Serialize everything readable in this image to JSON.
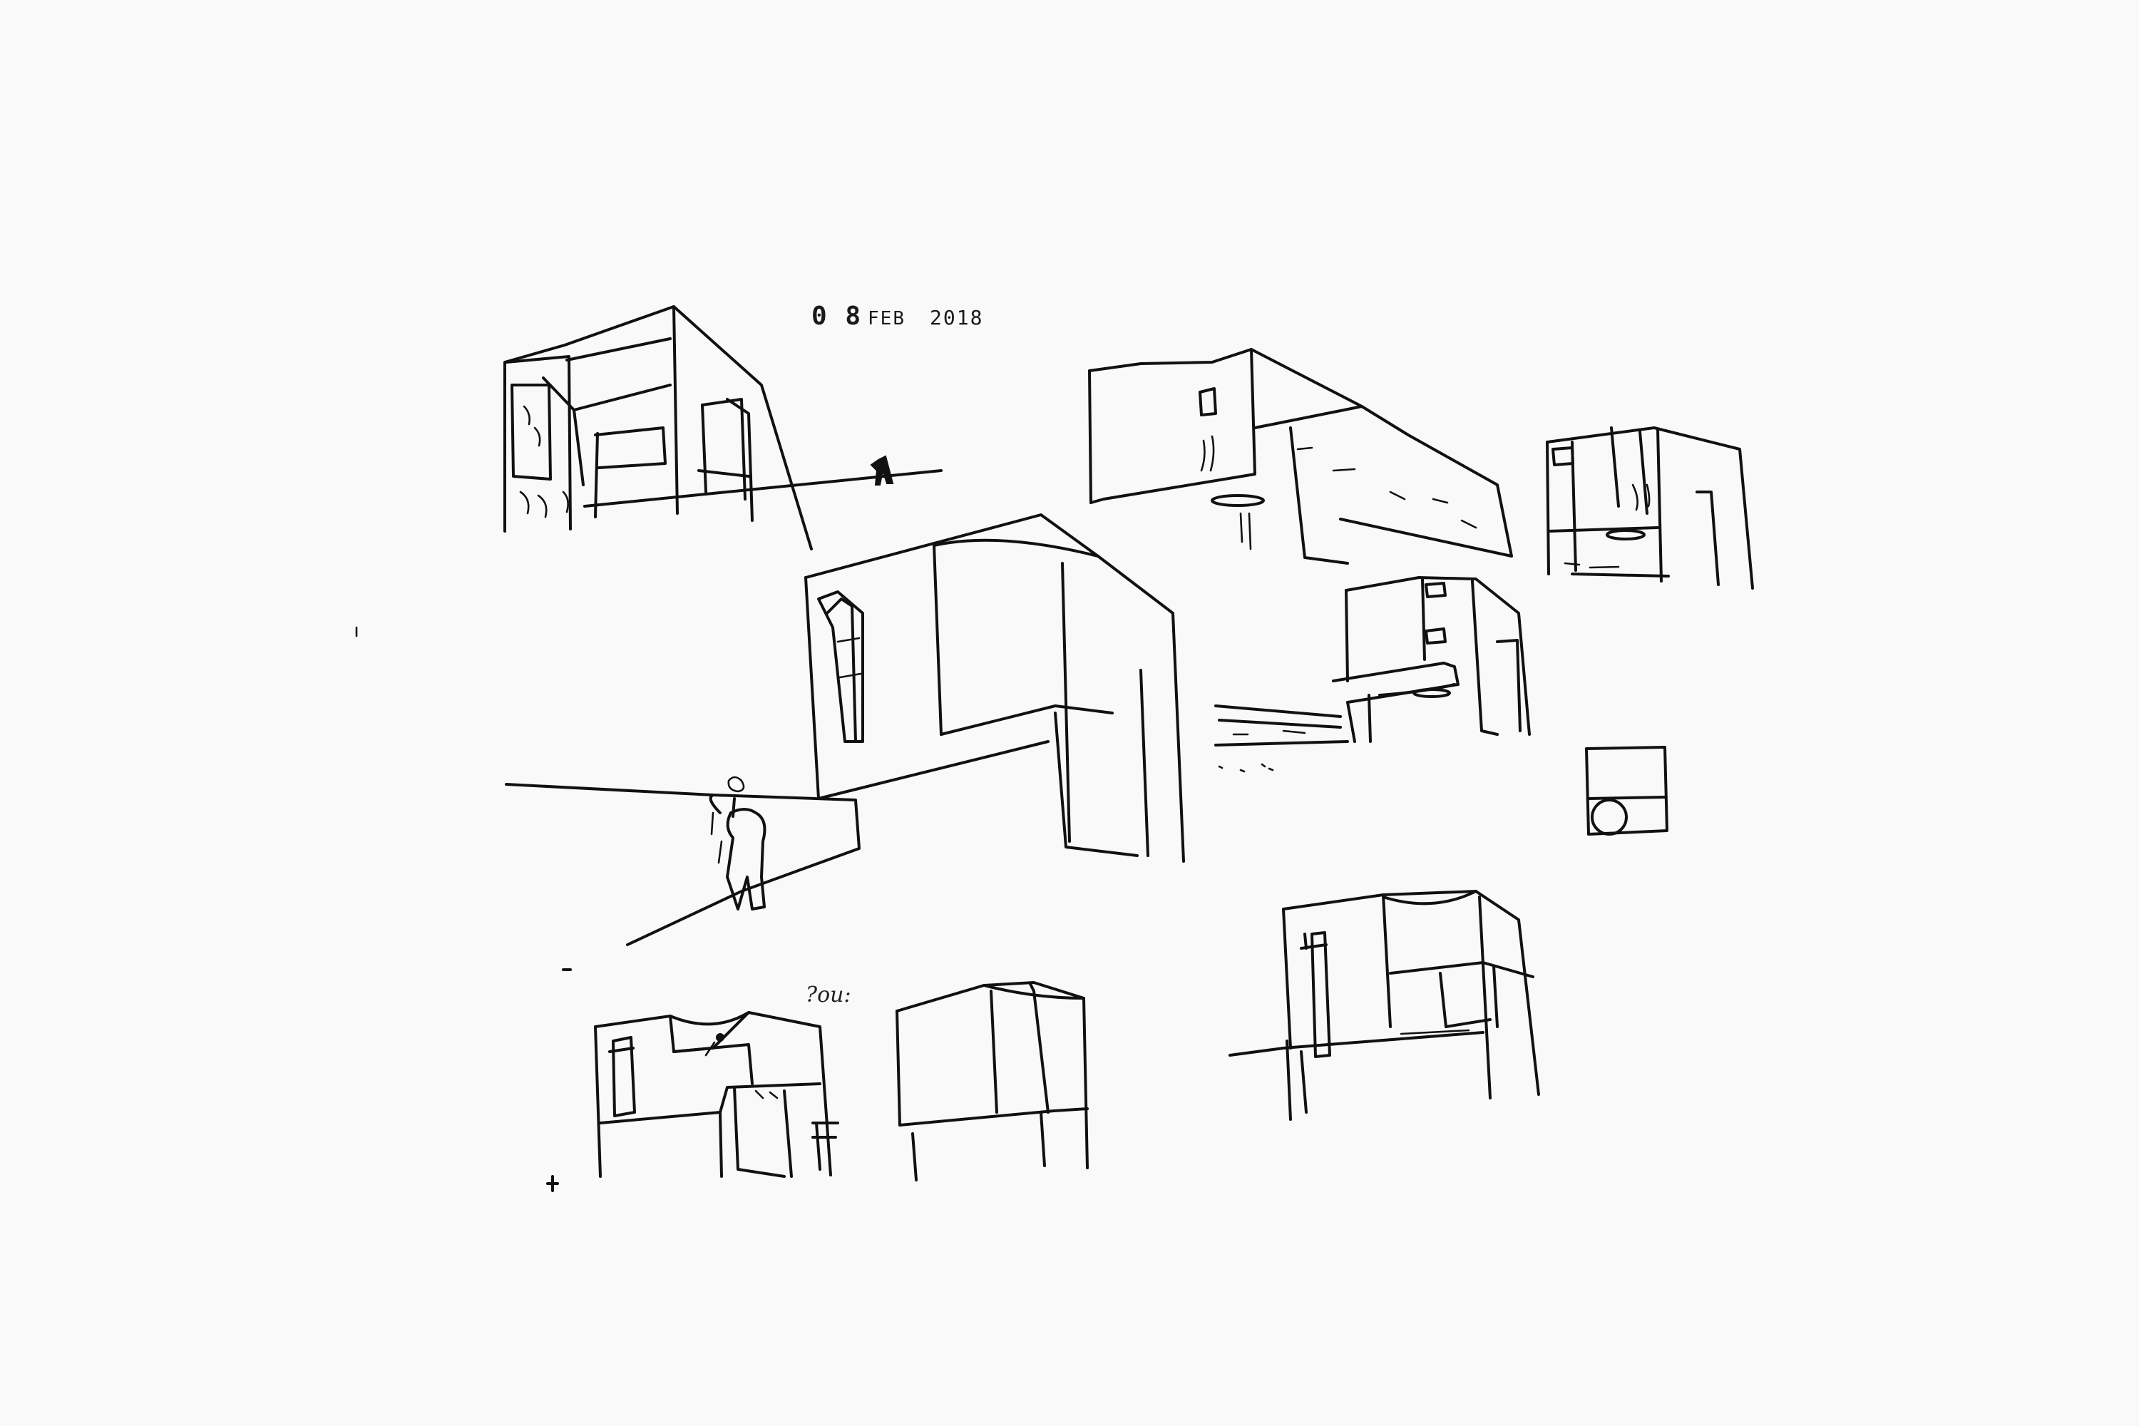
{
  "stamp": {
    "day": "0 8",
    "month": "FEB",
    "year": "2018"
  },
  "note": {
    "text": "?ou:"
  },
  "colors": {
    "paper": "#f9f9f9",
    "ink": "#111111"
  }
}
